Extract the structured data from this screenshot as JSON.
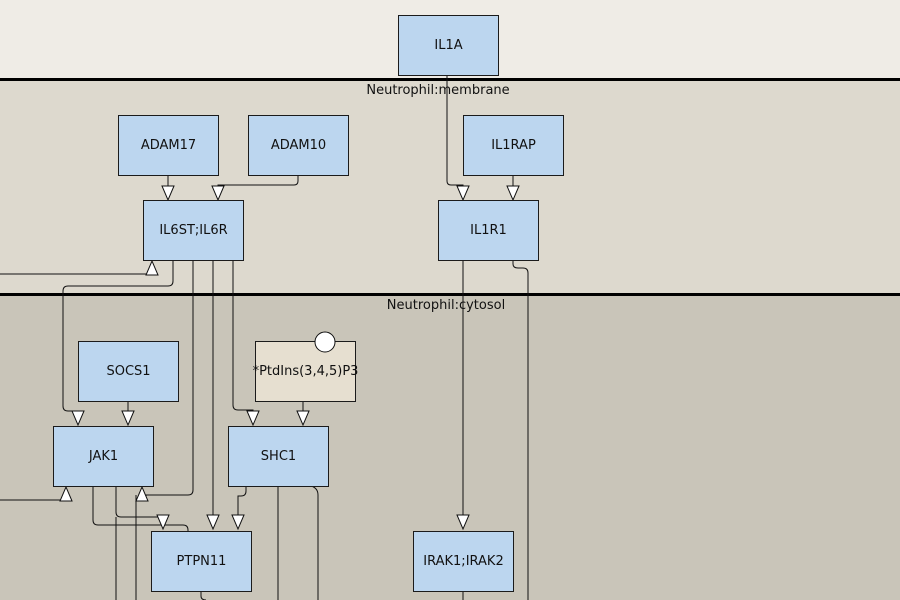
{
  "compartments": {
    "membrane": {
      "label": "Neutrophil:membrane"
    },
    "cytosol": {
      "label": "Neutrophil:cytosol"
    }
  },
  "nodes": {
    "il1a": "IL1A",
    "adam17": "ADAM17",
    "adam10": "ADAM10",
    "il1rap": "IL1RAP",
    "il6st_il6r": "IL6ST;IL6R",
    "il1r1": "IL1R1",
    "socs1": "SOCS1",
    "ptdins": "*PtdIns(3,4,5)P3",
    "jak1": "JAK1",
    "shc1": "SHC1",
    "ptpn11": "PTPN11",
    "irak": "IRAK1;IRAK2"
  },
  "colors": {
    "extracellular": "#efece6",
    "membrane": "#ddd9ce",
    "cytosol": "#c9c5b9",
    "protein_fill": "#bcd6ef",
    "small_molecule_fill": "#e6dfd0"
  }
}
